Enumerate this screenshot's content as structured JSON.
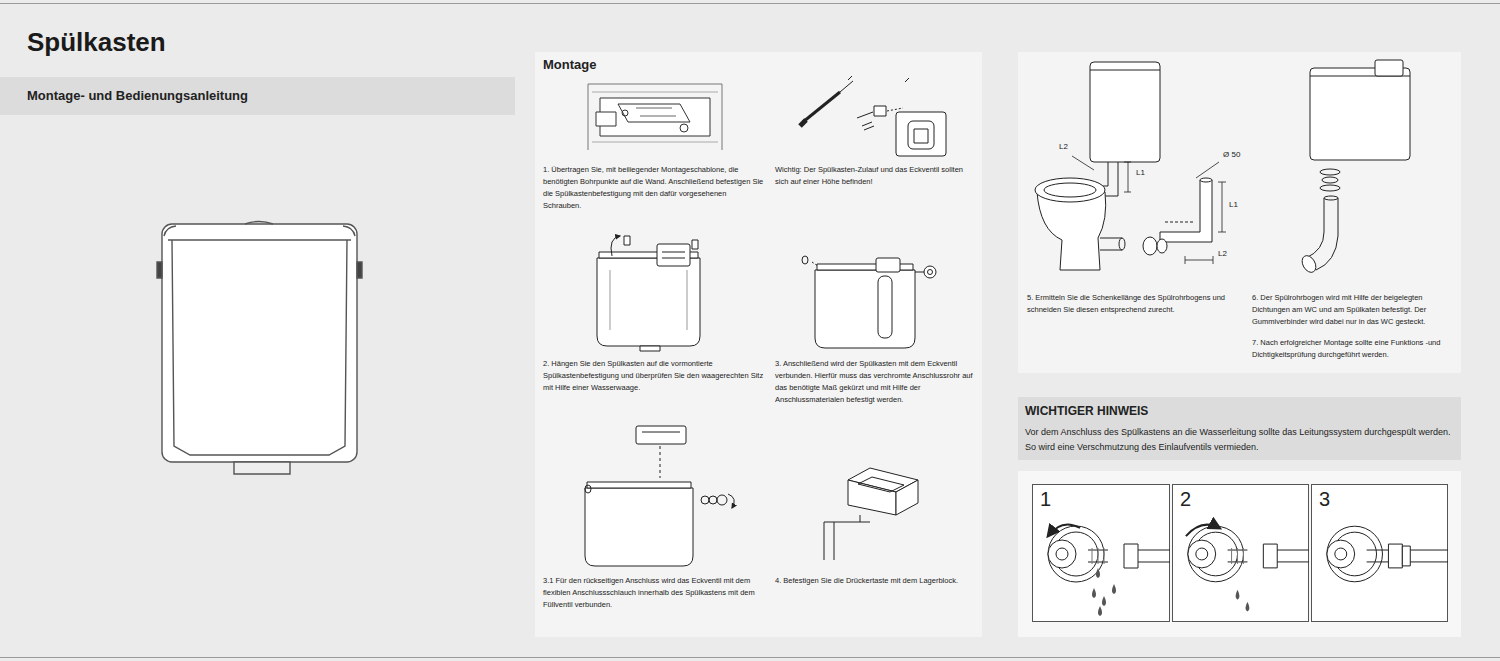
{
  "diagram": {
    "title": "Spülkasten",
    "nodes": [
      {
        "text": [
          "Montage- und Bedienungsanleitung"
        ]
      },
      {
        "text": [
          "Montage",
          "1. Übertragen Sie, mit beiliegender Montageschablone, die benötigten Bohrpunkte auf die Wand. Anschließend befestigen Sie die Spülkastenbefestigung mit den dafür vorgesehenen Schrauben.",
          "Wichtig: Der Spülkasten-Zulauf und das Eckventil sollten sich auf einer Höhe befinden!",
          "2. Hängen Sie den Spülkasten auf die vormontierte Spülkastenbefestigung und überprüfen Sie den waagerechten Sitz mit Hilfe einer Wasserwaage.",
          "3. Anschließend wird der Spülkasten mit dem Eckventil verbunden. Hierfür muss das verchromte Anschlussrohr auf das benötigte Maß gekürzt und mit Hilfe der Anschlussmaterialen befestigt werden.",
          "3.1 Für den rückseitigen Anschluss wird das Eckventil mit dem flexiblen Anschlussschlauch innerhalb des Spülkastens mit dem Füllventil verbunden.",
          "4. Befestigen Sie die Drückertaste mit dem Lagerblock."
        ]
      },
      {
        "text": [
          "5. Ermitteln Sie die Schenkellänge des Spülrohrbogens und schneiden Sie diesen entsprechend zurecht.",
          "6. Der Spülrohrbogen wird mit Hilfe der beigelegten Dichtungen am WC und am Spülkaten befestigt. Der Gummiverbinder wird dabei nur in das WC gesteckt.",
          "7. Nach erfolgreicher Montage sollte eine Funktions -und Dichtigkeitsprüfung durchgeführt werden."
        ]
      },
      {
        "text": [
          "WICHTIGER HINWEIS",
          "Vor dem Anschluss des Spülkastens an die Wasserleitung sollte das Leitungssystem durchgespült werden. So wird eine Verschmutzung des Einlaufventils vermieden."
        ]
      },
      {
        "text": [
          "1"
        ]
      },
      {
        "text": [
          "2"
        ]
      },
      {
        "text": [
          "3"
        ]
      }
    ],
    "labels": [
      "L2",
      "L1",
      "Ø 50",
      "L1",
      "L2"
    ]
  }
}
